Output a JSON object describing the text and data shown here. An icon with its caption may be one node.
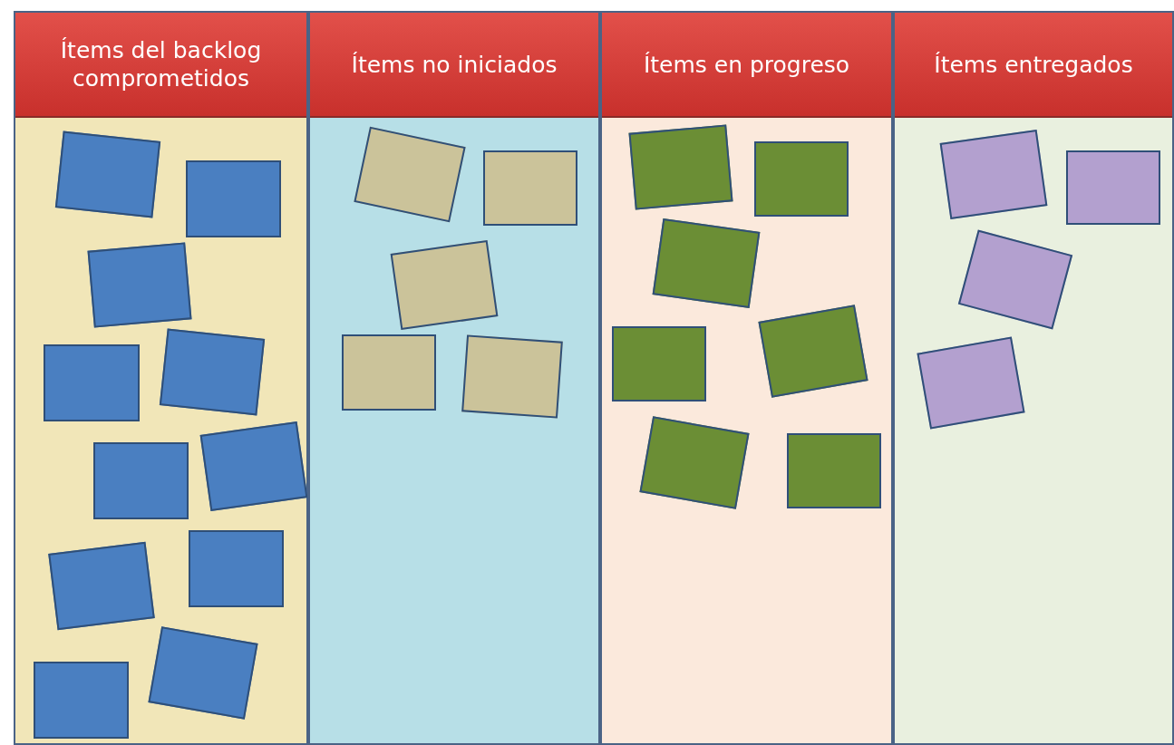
{
  "diagram": {
    "nodes": [
      {
        "text": [
          "Ítems del backlog comprometidos"
        ]
      },
      {
        "text": [
          "Ítems no iniciados"
        ]
      },
      {
        "text": [
          "Ítems en progreso"
        ]
      },
      {
        "text": [
          "Ítems entregados"
        ]
      },
      {
        "text": [],
        "shape": "box",
        "in": 0
      },
      {
        "text": [],
        "shape": "box",
        "in": 0
      },
      {
        "text": [],
        "shape": "box",
        "in": 0
      },
      {
        "text": [],
        "shape": "box",
        "in": 0
      },
      {
        "text": [],
        "shape": "box",
        "in": 0
      },
      {
        "text": [],
        "shape": "box",
        "in": 0
      },
      {
        "text": [],
        "shape": "box",
        "in": 0
      },
      {
        "text": [],
        "shape": "box",
        "in": 0
      },
      {
        "text": [],
        "shape": "box",
        "in": 0
      },
      {
        "text": [],
        "shape": "box",
        "in": 0
      },
      {
        "text": [],
        "shape": "box",
        "in": 0
      },
      {
        "text": [],
        "shape": "box",
        "in": 1
      },
      {
        "text": [],
        "shape": "box",
        "in": 1
      },
      {
        "text": [],
        "shape": "box",
        "in": 1
      },
      {
        "text": [],
        "shape": "box",
        "in": 1
      },
      {
        "text": [],
        "shape": "box",
        "in": 1
      },
      {
        "text": [],
        "shape": "box",
        "in": 2
      },
      {
        "text": [],
        "shape": "box",
        "in": 2
      },
      {
        "text": [],
        "shape": "box",
        "in": 2
      },
      {
        "text": [],
        "shape": "box",
        "in": 2
      },
      {
        "text": [],
        "shape": "box",
        "in": 2
      },
      {
        "text": [],
        "shape": "box",
        "in": 2
      },
      {
        "text": [],
        "shape": "box",
        "in": 2
      },
      {
        "text": [],
        "shape": "box",
        "in": 3
      },
      {
        "text": [],
        "shape": "box",
        "in": 3
      },
      {
        "text": [],
        "shape": "box",
        "in": 3
      },
      {
        "text": [],
        "shape": "box",
        "in": 3
      }
    ]
  }
}
